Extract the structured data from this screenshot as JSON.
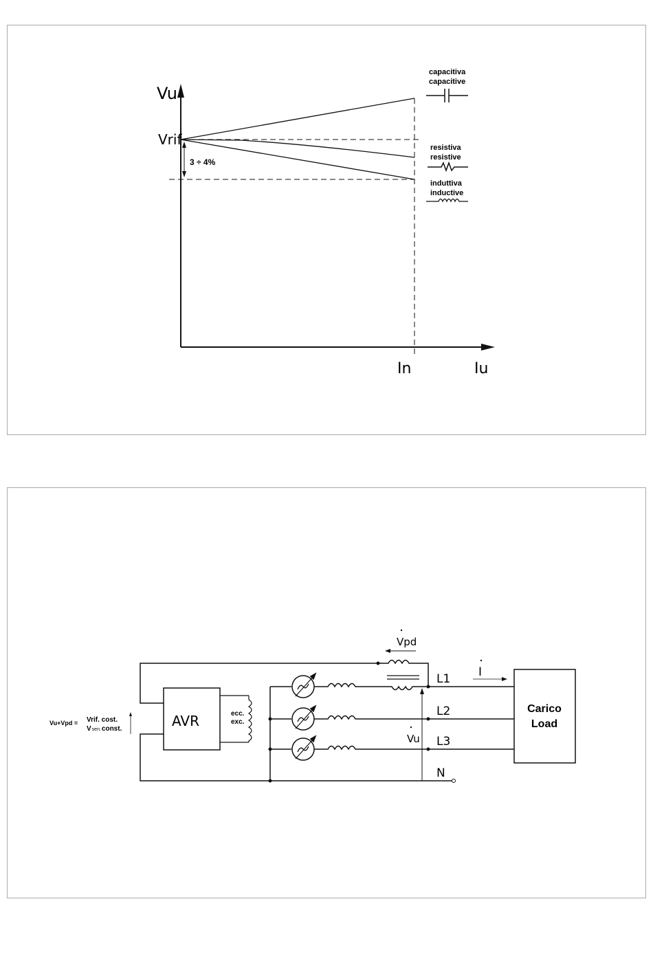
{
  "top_diagram": {
    "y_axis_label": "Vu",
    "x_axis_label": "Iu",
    "vrif_label": "Vrif",
    "in_label": "In",
    "drop_label": "3 ÷ 4%",
    "legend": [
      {
        "it": "capacitiva",
        "en": "capacitive",
        "symbol": "capacitor-icon"
      },
      {
        "it": "resistiva",
        "en": "resistive",
        "symbol": "resistor-icon"
      },
      {
        "it": "induttiva",
        "en": "inductive",
        "symbol": "inductor-icon"
      }
    ]
  },
  "bottom_diagram": {
    "formula_left": "Vu+Vpd =",
    "formula_line1": "Vrif. cost.",
    "formula_line2_v": "V",
    "formula_line2_sub": "sen.",
    "formula_line2_rest": "const.",
    "avr_label": "AVR",
    "exc_it": "ecc.",
    "exc_en": "exc.",
    "vpd_label": "Vpd",
    "current_label": "I",
    "vu_label": "Vu",
    "lines": [
      "L1",
      "L2",
      "L3",
      "N"
    ],
    "load_it": "Carico",
    "load_en": "Load"
  }
}
